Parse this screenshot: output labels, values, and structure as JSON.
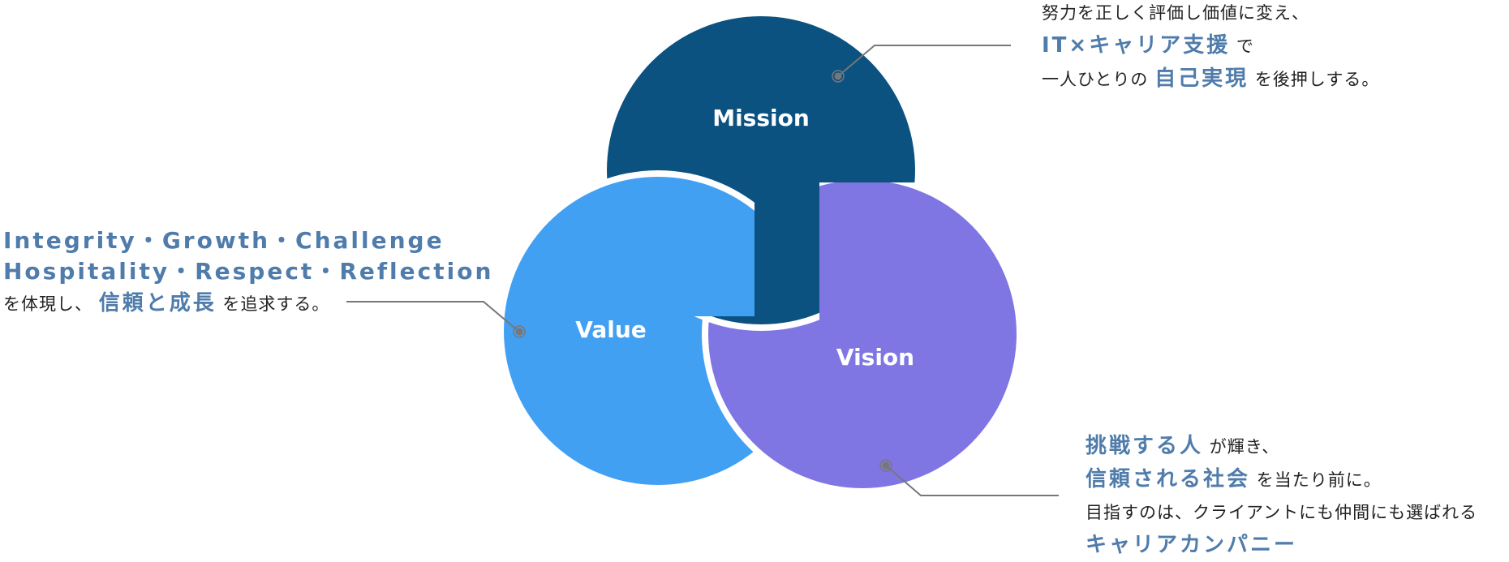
{
  "colors": {
    "mission": "#0b5281",
    "value": "#42a0f3",
    "vision": "#8076e3",
    "highlight_text": "#4f7cab",
    "body_text": "#222222",
    "connector": "#777777"
  },
  "circles": [
    {
      "id": "mission",
      "label": "Mission"
    },
    {
      "id": "value",
      "label": "Value"
    },
    {
      "id": "vision",
      "label": "Vision"
    }
  ],
  "mission_text": {
    "line1": "努力を正しく評価し価値に変え、",
    "line2_highlight": "IT×キャリア支援",
    "line2_rest": "で",
    "line3_prefix": "一人ひとりの",
    "line3_highlight": "自己実現",
    "line3_rest": "を後押しする。"
  },
  "value_text": {
    "values_line1": "Integrity・Growth・Challenge",
    "values_line2": "Hospitality・Respect・Reflection",
    "line3_prefix": "を体現し、",
    "line3_highlight": "信頼と成長",
    "line3_rest": "を追求する。"
  },
  "vision_text": {
    "line1_highlight": "挑戦する人",
    "line1_rest": "が輝き、",
    "line2_highlight": "信頼される社会",
    "line2_rest": "を当たり前に。",
    "line3": "目指すのは、クライアントにも仲間にも選ばれる",
    "line4_highlight": "キャリアカンパニー"
  }
}
